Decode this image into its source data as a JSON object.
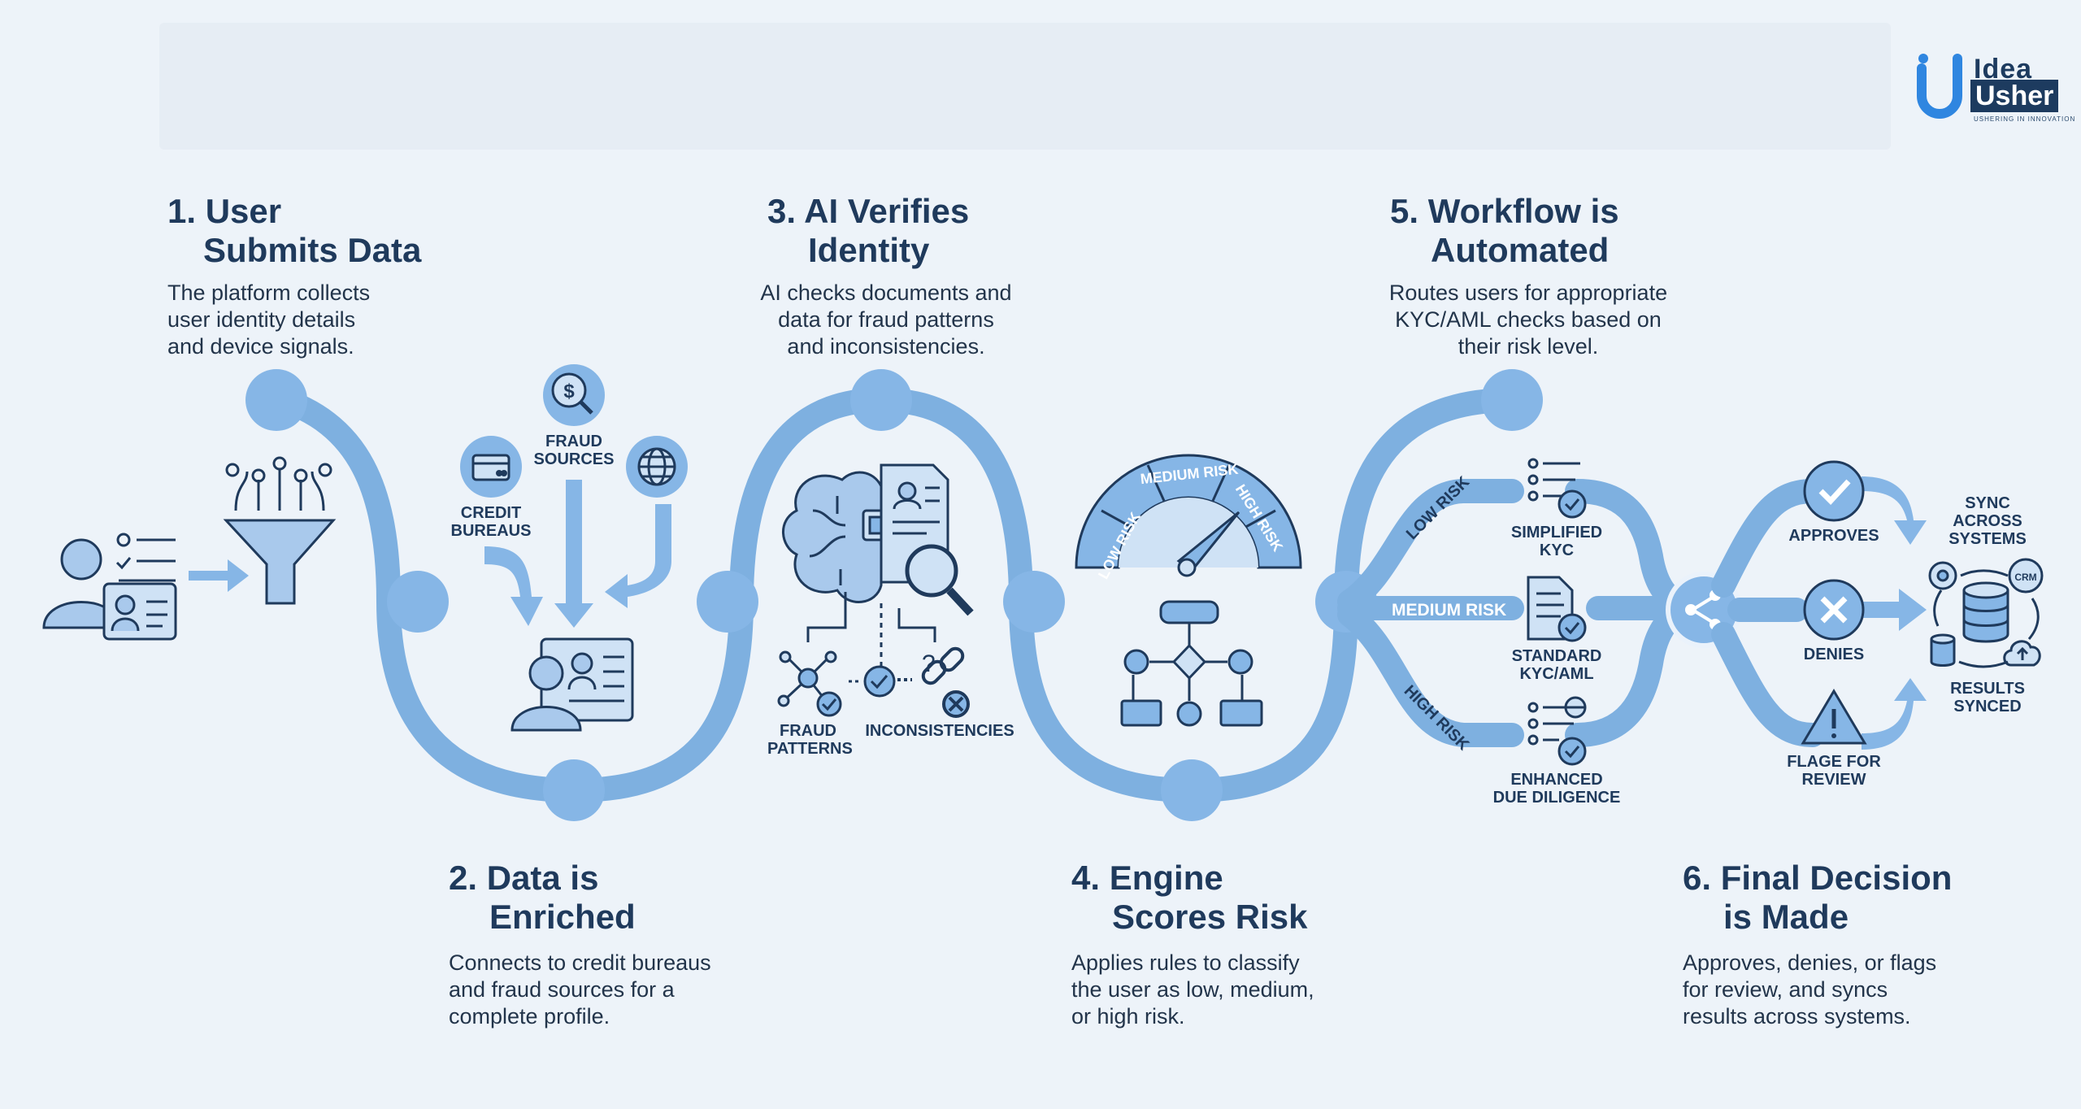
{
  "steps": [
    {
      "number": "1.",
      "title_line1": "User",
      "title_line2": "Submits Data",
      "description": [
        "The platform collects",
        "user identity details",
        "and device signals."
      ]
    },
    {
      "number": "2.",
      "title_line1": "Data is",
      "title_line2": "Enriched",
      "description": [
        "Connects to credit bureaus",
        "and fraud sources for a",
        "complete profile."
      ]
    },
    {
      "number": "3.",
      "title_line1": "AI Verifies",
      "title_line2": "Identity",
      "description": [
        "AI checks documents and",
        "data for fraud patterns",
        "and inconsistencies."
      ]
    },
    {
      "number": "4.",
      "title_line1": "Engine",
      "title_line2": "Scores Risk",
      "description": [
        "Applies rules to classify",
        "the user as low, medium,",
        "or high risk."
      ]
    },
    {
      "number": "5.",
      "title_line1": "Workflow is",
      "title_line2": "Automated",
      "description": [
        "Routes users for appropriate",
        "KYC/AML checks based on",
        "their risk level."
      ]
    },
    {
      "number": "6.",
      "title_line1": "Final Decision",
      "title_line2": "is Made",
      "description": [
        "Approves, denies, or flags",
        "for review, and syncs",
        "results across systems."
      ]
    }
  ],
  "labels": {
    "fraud_sources": [
      "FRAUD",
      "SOURCES"
    ],
    "credit_bureaus": [
      "CREDIT",
      "BUREAUS"
    ],
    "fraud_patterns": [
      "FRAUD",
      "PATTERNS"
    ],
    "inconsistencies": "INCONSISTENCIES",
    "gauge_low": "LOW RISK",
    "gauge_medium": "MEDIUM RISK",
    "gauge_high": "HIGH RISK",
    "low_risk": "LOW RISK",
    "medium_risk": "MEDIUM RISK",
    "high_risk": "HIGH RISK",
    "simplified_kyc": [
      "SIMPLIFIED",
      "KYC"
    ],
    "standard_kyc": [
      "STANDARD",
      "KYC/AML"
    ],
    "enhanced_dd": [
      "ENHANCED",
      "DUE DILIGENCE"
    ],
    "approves": "APPROVES",
    "denies": "DENIES",
    "flag_review": [
      "FLAGE FOR",
      "REVIEW"
    ],
    "sync_systems": [
      "SYNC",
      "ACROSS",
      "SYSTEMS"
    ],
    "results_synced": [
      "RESULTS",
      "SYNCED"
    ],
    "crm": "CRM"
  },
  "logo": {
    "line1": "Idea",
    "line2": "Usher",
    "tagline": "USHERING IN INNOVATION"
  },
  "colors": {
    "track": "#7eb0e0",
    "node": "#86b6e6",
    "icon_fill": "#a9c9ec",
    "ink": "#1f3a5c",
    "accent": "#2f6fb3"
  },
  "icons": [
    "user-card-icon",
    "funnel-icon",
    "dollar-search-icon",
    "globe-icon",
    "credit-card-icon",
    "id-card-icon",
    "ai-brain-icon",
    "document-icon",
    "magnifier-icon",
    "network-check-icon",
    "broken-link-icon",
    "risk-gauge-icon",
    "flowchart-icon",
    "checklist-icon",
    "hub-icon",
    "check-circle-icon",
    "x-circle-icon",
    "warning-icon",
    "database-icon",
    "gear-icon",
    "cloud-upload-icon"
  ]
}
